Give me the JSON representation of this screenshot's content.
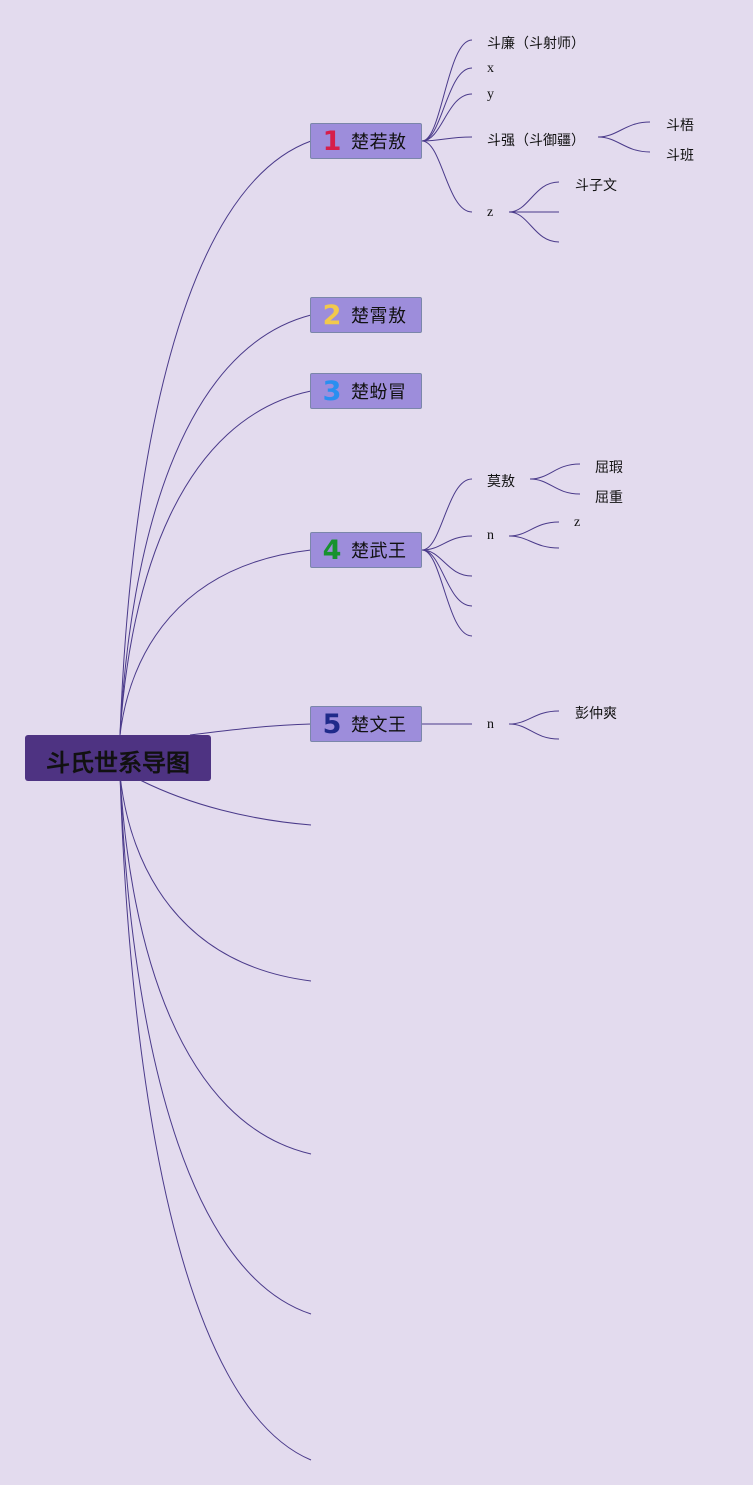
{
  "root": {
    "label": "斗氏世系导图"
  },
  "branches": [
    {
      "num": "1",
      "label": "楚若敖",
      "color": "#d61e4a"
    },
    {
      "num": "2",
      "label": "楚霄敖",
      "color": "#f2c94c"
    },
    {
      "num": "3",
      "label": "楚蚡冒",
      "color": "#2a8ff0"
    },
    {
      "num": "4",
      "label": "楚武王",
      "color": "#17922f"
    },
    {
      "num": "5",
      "label": "楚文王",
      "color": "#1f2a8a"
    }
  ],
  "leaves": {
    "l1_1": "斗廉（斗射师）",
    "l1_2": "x",
    "l1_3": "y",
    "l1_4": "斗强（斗御疆）",
    "l1_4_1": "斗梧",
    "l1_4_2": "斗班",
    "l1_5": "z",
    "l1_5_1": "斗子文",
    "l4_1": "莫敖",
    "l4_1_1": "屈瑕",
    "l4_1_2": "屈重",
    "l4_2": "n",
    "l4_2_1": "z",
    "l5_1": "n",
    "l5_1_1": "彭仲爽"
  },
  "colors": {
    "line": "#4a3a8a",
    "background": "#e3dbee",
    "root": "#4e3382",
    "branch": "#9d8ddb"
  }
}
